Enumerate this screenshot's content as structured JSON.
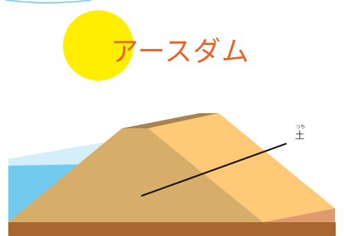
{
  "title": "アースダム",
  "label": {
    "ruby": "つち",
    "text": "土"
  }
}
